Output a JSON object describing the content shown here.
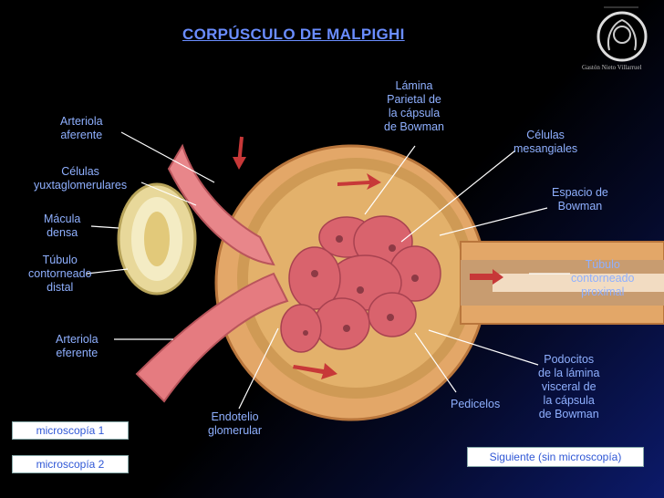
{
  "title": "CORPÚSCULO DE MALPIGHI",
  "credit": "Gastón Nieto Villarruel",
  "labels": {
    "arteriola_aferente": [
      "Arteriola",
      "aferente"
    ],
    "celulas_yuxta": [
      "Células",
      "yuxtaglomerulares"
    ],
    "macula_densa": [
      "Mácula",
      "densa"
    ],
    "tubulo_distal": [
      "Túbulo",
      "contorneado",
      "distal"
    ],
    "arteriola_eferente": [
      "Arteriola",
      "eferente"
    ],
    "endotelio": [
      "Endotelio",
      "glomerular"
    ],
    "lamina_parietal": [
      "Lámina",
      "Parietal de",
      "la cápsula",
      "de Bowman"
    ],
    "mesangiales": [
      "Células",
      "mesangiales"
    ],
    "espacio_bowman": [
      "Espacio de",
      "Bowman"
    ],
    "tubulo_proximal": [
      "Túbulo",
      "contorneado",
      "proximal"
    ],
    "podocitos": [
      "Podocitos",
      "de la lámina",
      "visceral de",
      "la cápsula",
      "de Bowman"
    ],
    "pedicelos": [
      "Pedicelos"
    ]
  },
  "buttons": {
    "micro1": "microscopía 1",
    "micro2": "microscopía 2",
    "siguiente": "Siguiente (sin microscopía)"
  },
  "colors": {
    "title": "#6a8dff",
    "label": "#8fb0ff",
    "button_text": "#2f57d6"
  }
}
